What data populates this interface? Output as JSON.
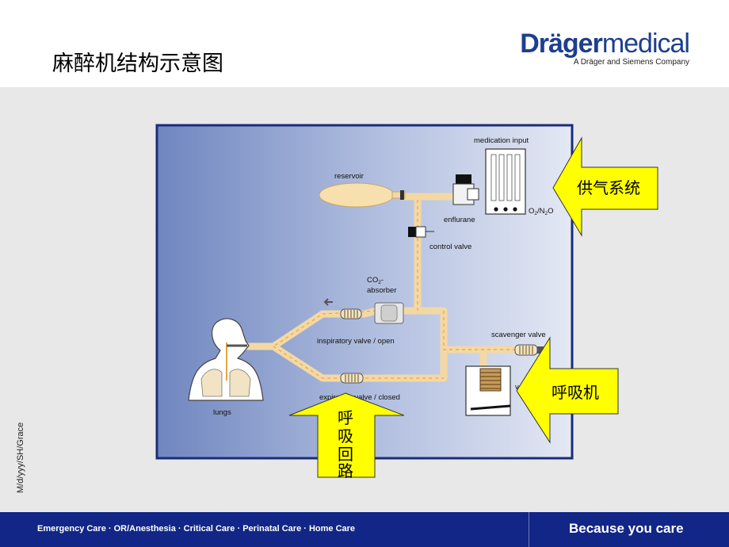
{
  "title": "麻醉机结构示意图",
  "logo": {
    "brand_bold": "Dräger",
    "brand_light": "medical",
    "tagline": "A Dräger and Siemens Company"
  },
  "side_code": "M/d/yyy/SH/Grace",
  "footer": {
    "divisions": "Emergency Care · OR/Anesthesia · Critical Care · Perinatal Care · Home Care",
    "slogan": "Because you care"
  },
  "diagram": {
    "labels": {
      "medication_input": "medication input",
      "reservoir": "reservoir",
      "enflurane": "enflurane",
      "o2n2o_o": "O",
      "o2n2o_2a": "2",
      "o2n2o_mid": "/N",
      "o2n2o_2b": "2",
      "o2n2o_end": "O",
      "control_valve": "control valve",
      "co2_co": "CO",
      "co2_sub": "2",
      "co2_dash": "-",
      "absorber": "absorber",
      "inspiratory_valve": "inspiratory valve / open",
      "scavenger_valve": "scavenger valve",
      "lungs": "lungs",
      "expiratory_valve": "expiratory valve / closed",
      "ventilator_partial": "vent"
    },
    "callouts": {
      "gas_supply": "供气系统",
      "ventilator": "呼吸机",
      "breathing_circuit": [
        "呼",
        "吸",
        "回",
        "路"
      ]
    }
  },
  "colors": {
    "footer_bg": "#112686",
    "callout_fill": "#ffff00",
    "panel_frame": "#1a2d7a",
    "tube": "#f4d8a4",
    "brand_blue": "#1d3f8f"
  }
}
